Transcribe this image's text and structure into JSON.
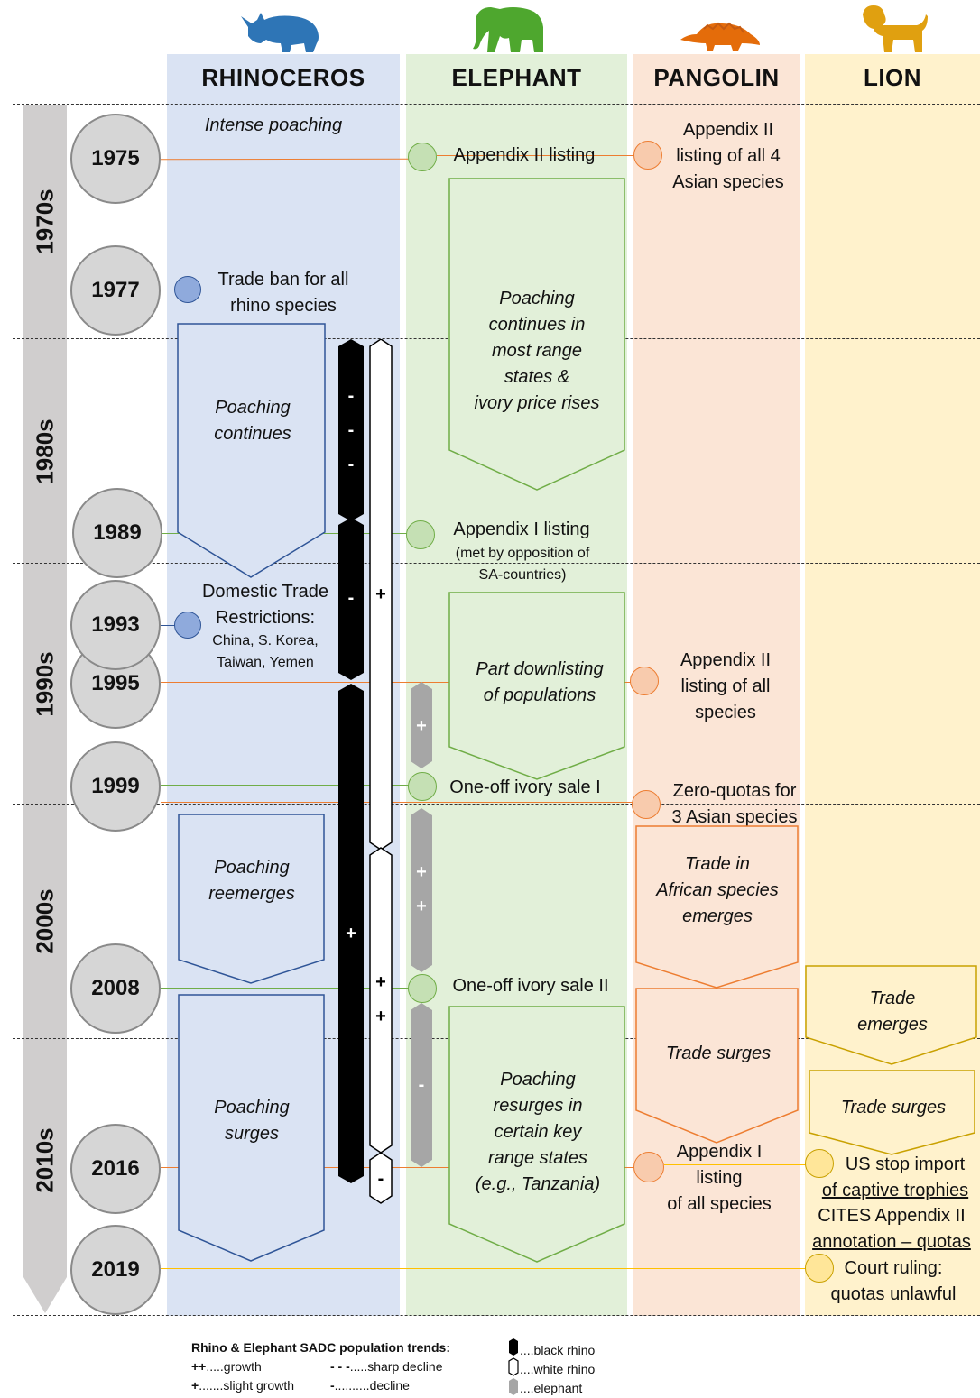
{
  "columns": {
    "rhino": {
      "label": "RHINOCEROS",
      "bg": "#dae3f3"
    },
    "elephant": {
      "label": "ELEPHANT",
      "bg": "#e2f0d9"
    },
    "pangolin": {
      "label": "PANGOLIN",
      "bg": "#fbe5d6"
    },
    "lion": {
      "label": "LION",
      "bg": "#fff2cc"
    }
  },
  "decades": [
    "1970s",
    "1980s",
    "1990s",
    "2000s",
    "2010s"
  ],
  "years": [
    "1975",
    "1977",
    "1989",
    "1993",
    "1995",
    "1999",
    "2008",
    "2016",
    "2019"
  ],
  "rhino": {
    "intense": "Intense poaching",
    "ban": [
      "Trade ban for all",
      "rhino species"
    ],
    "poach1": [
      "Poaching",
      "continues"
    ],
    "domestic": [
      "Domestic Trade",
      "Restrictions:"
    ],
    "countries": [
      "China, S. Korea,",
      "Taiwan, Yemen"
    ],
    "poach2": [
      "Poaching",
      "reemerges"
    ],
    "poach3": [
      "Poaching",
      "surges"
    ]
  },
  "elephant": {
    "app2": "Appendix II listing",
    "poach1": [
      "Poaching",
      "continues in",
      "most range",
      "states &",
      "ivory price rises"
    ],
    "app1": "Appendix I listing",
    "app1note": [
      "(met by opposition of",
      "SA-countries)"
    ],
    "downlist": [
      "Part downlisting",
      "of populations"
    ],
    "sale1": "One-off ivory sale I",
    "sale2": "One-off ivory sale II",
    "poach2": [
      "Poaching",
      "resurges in",
      "certain key",
      "range states",
      "(e.g., Tanzania)"
    ]
  },
  "pangolin": {
    "app2a": [
      "Appendix II",
      "listing of all 4",
      "Asian species"
    ],
    "app2b": [
      "Appendix II",
      "listing of all",
      "species"
    ],
    "zero": [
      "Zero-quotas for",
      "3 Asian species"
    ],
    "trade1": [
      "Trade in",
      "African species",
      "emerges"
    ],
    "trade2": "Trade  surges",
    "app1": [
      "Appendix I",
      "listing",
      "of all species"
    ]
  },
  "lion": {
    "trade1": [
      "Trade",
      "emerges"
    ],
    "trade2": "Trade surges",
    "us": [
      "US stop import",
      "of captive trophies"
    ],
    "cites": [
      "CITES Appendix II",
      "annotation – quotas"
    ],
    "court": [
      "Court ruling:",
      "quotas unlawful"
    ]
  },
  "trend_marks": {
    "minus": "-",
    "plus": "+"
  },
  "legend": {
    "title": "Rhino & Elephant SADC population trends:",
    "items": [
      {
        "sym": "++",
        "text": ".....growth"
      },
      {
        "sym": "+",
        "text": ".......slight growth"
      },
      {
        "sym": "- - -",
        "text": ".....sharp decline"
      },
      {
        "sym": "-",
        "text": "..........decline"
      }
    ],
    "keys": [
      "....black rhino",
      "....white rhino",
      "....elephant"
    ]
  },
  "colors": {
    "rhino_accent": "#2f5597",
    "rhino_dot": "#8faadc",
    "elephant_accent": "#70ad47",
    "elephant_dot": "#c5e0b4",
    "pangolin_accent": "#ed7d31",
    "pangolin_dot": "#f8cbad",
    "lion_accent": "#ffc000",
    "lion_dot": "#ffe699",
    "rhino_icon": "#2e75b6",
    "elephant_icon": "#4ea72e",
    "pangolin_icon": "#e46c0a",
    "lion_icon": "#e0a010"
  }
}
